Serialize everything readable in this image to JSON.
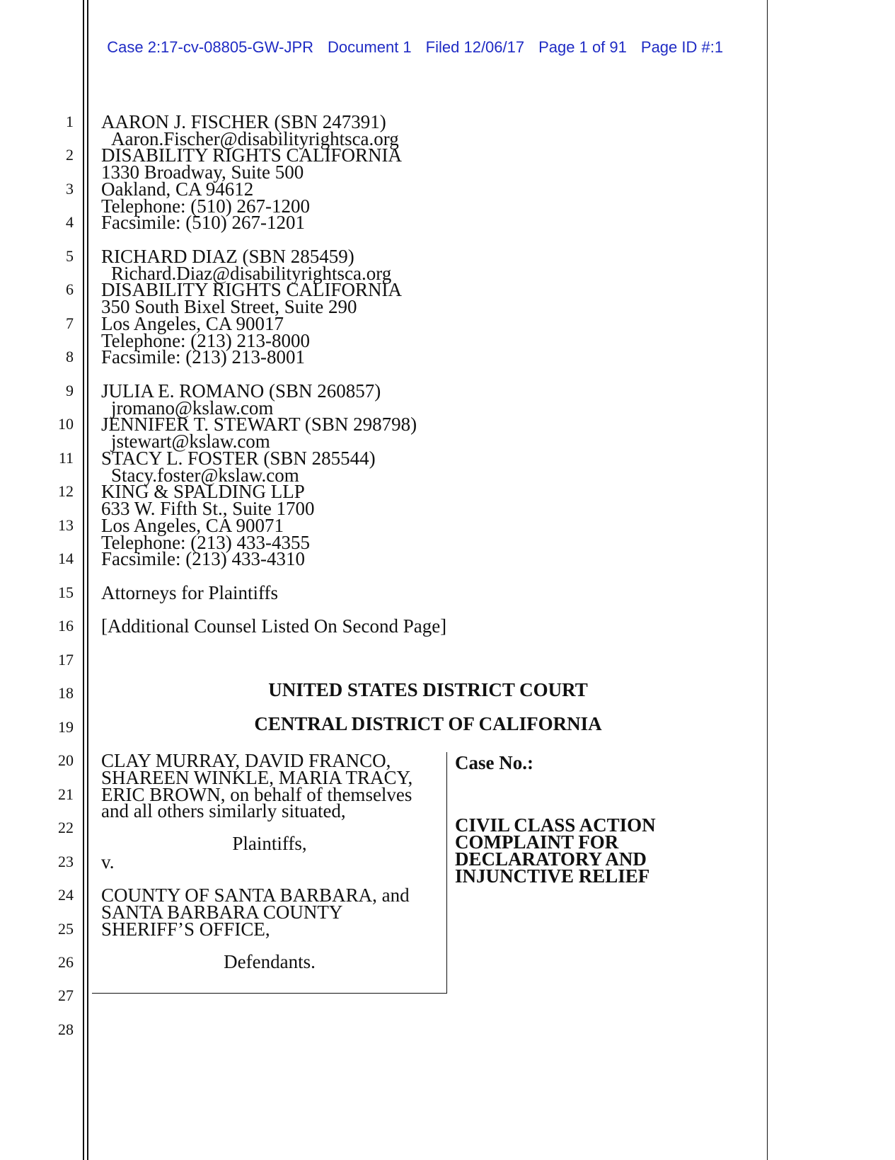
{
  "header": {
    "case": "Case 2:17-cv-08805-GW-JPR",
    "document": "Document 1",
    "filed": "Filed 12/06/17",
    "page": "Page 1 of 91",
    "page_id": "Page ID #:1"
  },
  "line_numbers": [
    "1",
    "2",
    "3",
    "4",
    "5",
    "6",
    "7",
    "8",
    "9",
    "10",
    "11",
    "12",
    "13",
    "14",
    "15",
    "16",
    "17",
    "18",
    "19",
    "20",
    "21",
    "22",
    "23",
    "24",
    "25",
    "26",
    "27",
    "28"
  ],
  "counsel": {
    "block1": [
      "AARON J. FISCHER (SBN 247391)",
      "Aaron.Fischer@disabilityrightsca.org",
      "DISABILITY RIGHTS CALIFORNIA",
      "1330 Broadway, Suite 500",
      "Oakland, CA  94612",
      "Telephone:  (510) 267-1200",
      "Facsimile:   (510) 267-1201"
    ],
    "block2": [
      "RICHARD DIAZ (SBN 285459)",
      "Richard.Diaz@disabilityrightsca.org",
      "DISABILITY RIGHTS CALIFORNIA",
      "350 South Bixel Street, Suite 290",
      "Los Angeles, CA  90017",
      "Telephone:  (213) 213-8000",
      "Facsimile:   (213) 213-8001"
    ],
    "block3": [
      "JULIA E. ROMANO (SBN 260857)",
      "jromano@kslaw.com",
      "JENNIFER T. STEWART (SBN 298798)",
      "jstewart@kslaw.com",
      "STACY L. FOSTER (SBN 285544)",
      "Stacy.foster@kslaw.com",
      "KING & SPALDING LLP",
      "633 W. Fifth St., Suite 1700",
      "Los Angeles, CA 90071",
      "Telephone:  (213) 433-4355",
      "Facsimile:   (213) 433-4310"
    ],
    "attorneys_for": "Attorneys for Plaintiffs",
    "additional": "[Additional Counsel Listed On Second Page]"
  },
  "court": [
    "UNITED STATES DISTRICT COURT",
    "CENTRAL DISTRICT OF CALIFORNIA"
  ],
  "caption": {
    "plaintiffs_lines": [
      "CLAY MURRAY, DAVID FRANCO,",
      "SHAREEN WINKLE, MARIA TRACY,",
      "ERIC BROWN, on behalf of themselves",
      "and all others similarly situated,"
    ],
    "plaintiffs_label": "Plaintiffs,",
    "versus": "v.",
    "defendants_lines": [
      "COUNTY OF SANTA BARBARA, and",
      "SANTA BARBARA COUNTY",
      "SHERIFF’S OFFICE,"
    ],
    "defendants_label": "Defendants.",
    "case_no": "Case No.:",
    "title_lines": [
      "CIVIL CLASS ACTION",
      "COMPLAINT FOR",
      "DECLARATORY AND",
      "INJUNCTIVE RELIEF"
    ]
  }
}
